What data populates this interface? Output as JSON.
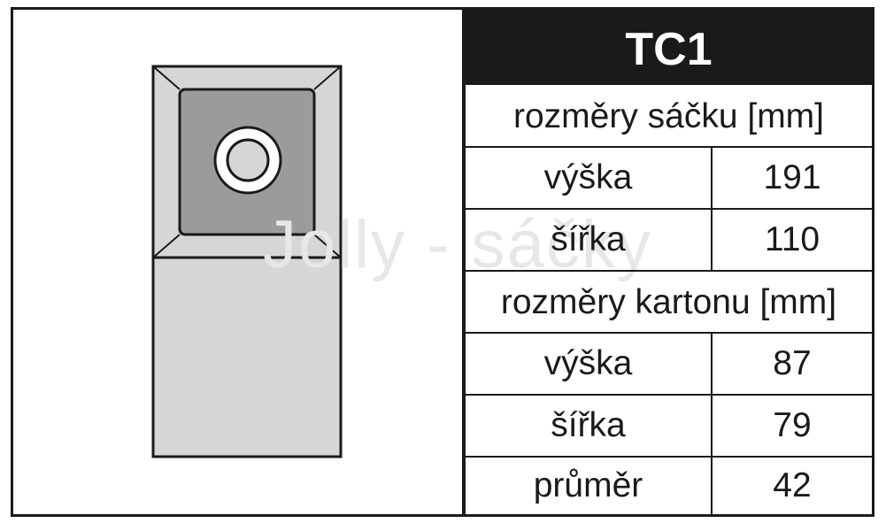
{
  "model": "TC1",
  "watermark": "Jolly - sáčky",
  "section_bag": {
    "heading": "rozměry sáčku [mm]",
    "rows": [
      {
        "label": "výška",
        "value": "191"
      },
      {
        "label": "šířka",
        "value": "110"
      }
    ]
  },
  "section_carton": {
    "heading": "rozměry kartonu [mm]",
    "rows": [
      {
        "label": "výška",
        "value": "87"
      },
      {
        "label": "šířka",
        "value": "79"
      },
      {
        "label": "průměr",
        "value": "42"
      }
    ]
  },
  "colors": {
    "border": "#1a1a1a",
    "bag_fill": "#d6d6d6",
    "carton_fill": "#9b9b9b"
  }
}
